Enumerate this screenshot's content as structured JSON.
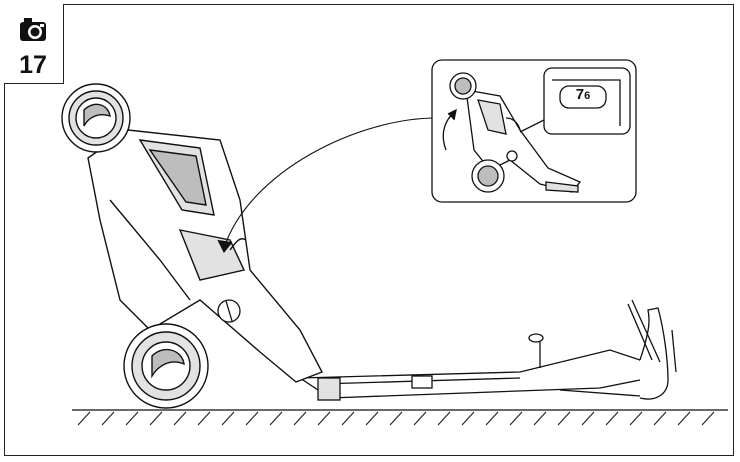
{
  "step": {
    "number": "17",
    "icon": "camera-icon"
  },
  "inset": {
    "label_main": "7",
    "label_sub": "6"
  },
  "colors": {
    "line": "#111111",
    "shade": "#bdbdbd",
    "light_shade": "#e2e2e2",
    "background": "#ffffff"
  }
}
